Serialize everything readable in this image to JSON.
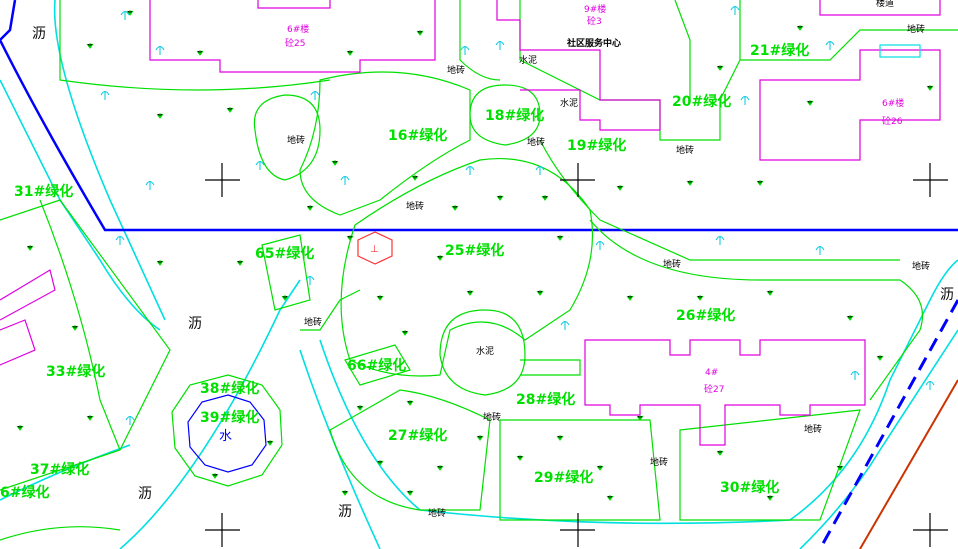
{
  "greening_labels": [
    "16#绿化",
    "18#绿化",
    "19#绿化",
    "20#绿化",
    "21#绿化",
    "25#绿化",
    "26#绿化",
    "27#绿化",
    "28#绿化",
    "29#绿化",
    "30#绿化",
    "31#绿化",
    "33#绿化",
    "37#绿化",
    "38#绿化",
    "39#绿化",
    "65#绿化",
    "66#绿化",
    "6#绿化"
  ],
  "surface_labels": {
    "brick": "地砖",
    "cement": "水泥",
    "asphalt": "沥",
    "water": "水",
    "stair": "楼道"
  },
  "buildings": {
    "b9": {
      "name": "9#楼",
      "floors": "砼3"
    },
    "b6_top": {
      "name": "6#楼",
      "floors": "砼25"
    },
    "b6_right": {
      "name": "6#楼",
      "floors": "砼26"
    },
    "b4": {
      "name": "4#",
      "floors": "砼27"
    },
    "community_center": "社区服务中心"
  },
  "colors": {
    "greenery": "#00e000",
    "building": "#e000e0",
    "road": "#00e0e0",
    "boundary": "#0000ff",
    "rail": "#cc3300"
  }
}
